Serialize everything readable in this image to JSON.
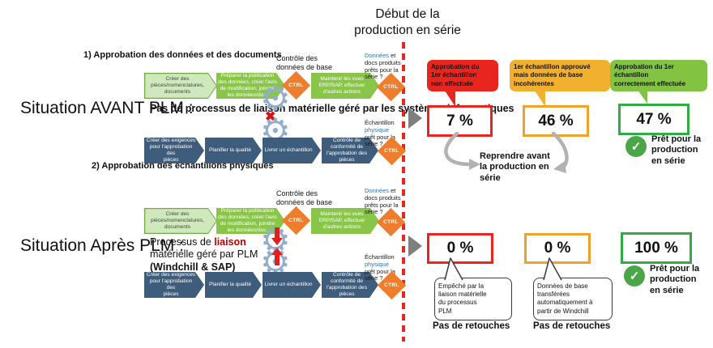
{
  "header": {
    "title": "Début de la\nproduction en série"
  },
  "colors": {
    "red": "#e8251f",
    "orange_bubble": "#f2b02f",
    "orange_border": "#f0a22c",
    "green_bubble": "#82c341",
    "green_border": "#2fad44",
    "green_check": "#4ba649",
    "dark_blue_arrow": "#3e5c7c",
    "green_arrow": "#89c548",
    "light_green_arrow": "#cfe9bc",
    "diamond_orange": "#ee7d2e",
    "gear_blue": "#93aecd",
    "blue_text": "#2e75b6",
    "gray_arrow": "#7f7f7f"
  },
  "icons": {
    "gear": "⚙",
    "cross": "✖",
    "check": "✓"
  },
  "avant": {
    "label": "Situation\nAVANT PLM :",
    "heading1": "1) Approbation des données\net des documents",
    "heading2": "2) Approbation des\néchantillons physiques",
    "link_text": "Pas de processus de liaison\nmatérielle géré par les\nsystèmes informatiques"
  },
  "apres": {
    "label": "Situation\nAprès PLM :",
    "link_pre": "Processus de ",
    "link_red": "liaison",
    "link_line2": "matérielle géré par PLM",
    "link_bold": "(Windchill & SAP)"
  },
  "flow_top": {
    "step1": "Créer des\npièces/nomenclatures,\ndocuments",
    "step2": "Préparer la publication\ndes données, créer l'avis\nde modification, joindre\nles données/doc.",
    "ctrl": "CTRL",
    "ctrl_label": "Contrôle des\ndonnées de base",
    "step3": "Maintenir les vues\nERP/SAP, effectuer\nd'autres actions",
    "ready_blue": "Données",
    "ready_rest": " et\ndocs produits\nprêts pour la\nsérie ?"
  },
  "flow_bottom": {
    "step1": "Créer des exigences\npour l'approbation des\npièces",
    "step2": "Planifier la qualité",
    "step3": "Livrer un échantillon",
    "step4": "Contrôle de\nconformité de\nl'approbation des\npièces",
    "ctrl": "CTRL",
    "ready_pre": "Échantillon\n",
    "ready_blue": "physique",
    "ready_rest": "\nprêt pour la\nsérie ?"
  },
  "results_avant": {
    "bubble1": "Approbation du\n1er échantillon\nnon effectuée",
    "value1": "7 %",
    "bubble2": "1er échantillon approuvé\nmais données de base\nincohérentes",
    "value2": "46 %",
    "bubble3": "Approbation du 1er\néchantillon\ncorrectement effectuée",
    "value3": "47 %",
    "redo": "Reprendre avant\nla production en\nsérie",
    "ready": "Prêt pour la\nproduction\nen série"
  },
  "results_apres": {
    "value1": "0 %",
    "note1": "Empêché par la\nliaison matérielle\ndu processus\nPLM",
    "footer1": "Pas de retouches",
    "value2": "0 %",
    "note2": "Données de base\ntransférées\nautomatiquement à\npartir de Windchill",
    "footer2": "Pas de retouches",
    "value3": "100 %",
    "ready": "Prêt pour la\nproduction\nen série"
  }
}
